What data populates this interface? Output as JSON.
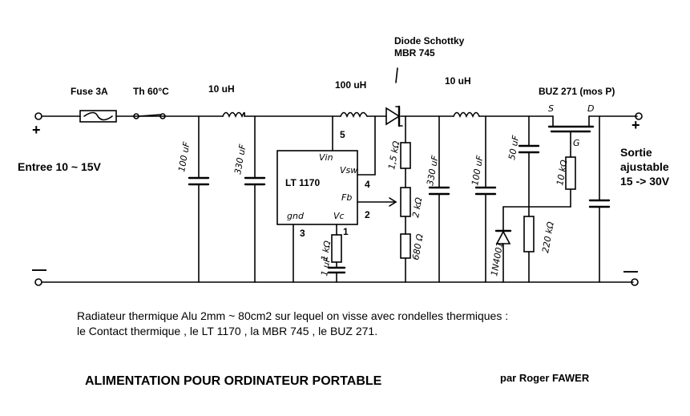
{
  "components": {
    "fuse": "Fuse  3A",
    "thermal": "Th  60°C",
    "inductor1": "10 uH",
    "inductor2": "100 uH",
    "inductor3": "10 uH",
    "diode_title": "Diode Schottky",
    "diode_model": "MBR 745",
    "mosfet": "BUZ 271  (mos P)",
    "ic": "LT 1170",
    "ic_vin": "Vin",
    "ic_vsw": "Vsw",
    "ic_fb": "Fb",
    "ic_gnd": "gnd",
    "ic_vc": "Vc",
    "pin5": "5",
    "pin4": "4",
    "pin2": "2",
    "pin3": "3",
    "pin1": "1",
    "c1": "100 uF",
    "c2": "330 uF",
    "c3": "330 uF",
    "c4": "100 uF",
    "c5": "50 uF",
    "r1": "1,5 kΩ",
    "r2": "2 kΩ",
    "r3": "680 Ω",
    "r4": "1 kΩ",
    "c6": "1 uF",
    "r5": "10 kΩ",
    "r6": "220 kΩ",
    "d2": "1N4001",
    "gate": "G",
    "drain": "D",
    "source": "S"
  },
  "io": {
    "plus_in": "+",
    "minus_in": "—",
    "plus_out": "+",
    "minus_out": "—",
    "input": "Entree 10 ~ 15V",
    "output_line1": "Sortie",
    "output_line2": "ajustable",
    "output_line3": "15 -> 30V"
  },
  "notes": {
    "line1": "Radiateur thermique  Alu  2mm ~ 80cm2  sur lequel on visse avec rondelles thermiques :",
    "line2": "le Contact thermique , le LT 1170 , la MBR 745 , le BUZ 271."
  },
  "footer": {
    "title": "ALIMENTATION POUR ORDINATEUR PORTABLE",
    "author": "par  Roger FAWER"
  }
}
